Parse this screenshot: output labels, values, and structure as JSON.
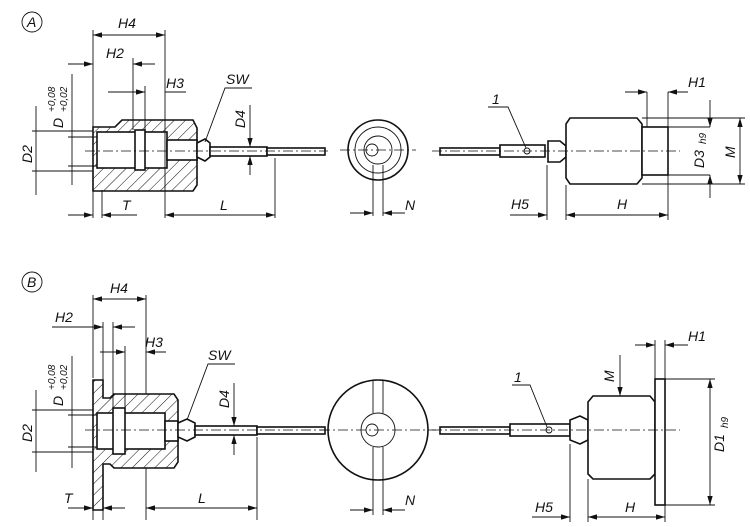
{
  "views": {
    "A": {
      "marker": "A",
      "H4": "H4",
      "H2": "H2",
      "H3": "H3",
      "SW": "SW",
      "D4": "D4",
      "D": "D",
      "tol_upper": "+0,08",
      "tol_lower": "+0,02",
      "D2": "D2",
      "T": "T",
      "L": "L",
      "N": "N",
      "item": "1",
      "H5": "H5",
      "H": "H",
      "H1": "H1",
      "D3": "D3",
      "D3_tol": "h9",
      "M": "M"
    },
    "B": {
      "marker": "B",
      "H4": "H4",
      "H2": "H2",
      "H3": "H3",
      "SW": "SW",
      "D4": "D4",
      "D": "D",
      "tol_upper": "+0,08",
      "tol_lower": "+0,02",
      "D2": "D2",
      "T": "T",
      "L": "L",
      "N": "N",
      "item": "1",
      "M": "M",
      "H1": "H1",
      "D1": "D1",
      "D1_tol": "h9",
      "H5": "H5",
      "H": "H"
    }
  }
}
